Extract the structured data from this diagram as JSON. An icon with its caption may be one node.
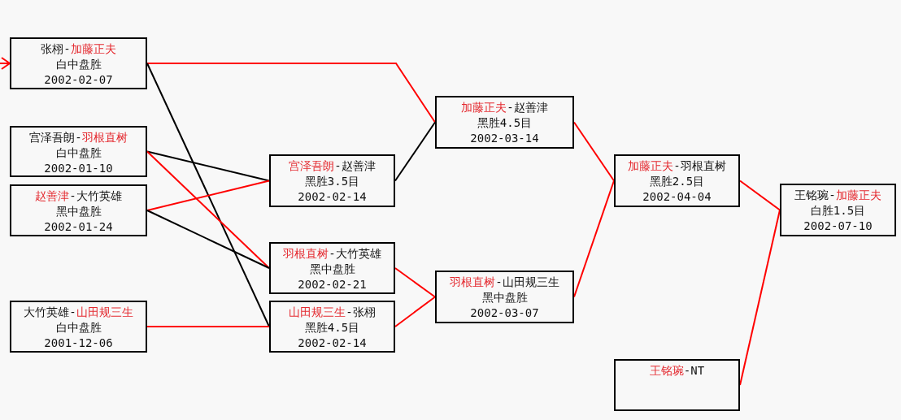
{
  "diagram": {
    "nodes": [
      {
        "text": [
          "张栩-加藤正夫",
          "白中盘胜",
          "2002-02-07"
        ]
      },
      {
        "text": [
          "宫泽吾朗-羽根直树",
          "白中盘胜",
          "2002-01-10"
        ]
      },
      {
        "text": [
          "赵善津-大竹英雄",
          "黑中盘胜",
          "2002-01-24"
        ]
      },
      {
        "text": [
          "大竹英雄-山田规三生",
          "白中盘胜",
          "2001-12-06"
        ]
      },
      {
        "text": [
          "宫泽吾朗-赵善津",
          "黑胜3.5目",
          "2002-02-14"
        ]
      },
      {
        "text": [
          "羽根直树-大竹英雄",
          "黑中盘胜",
          "2002-02-21"
        ]
      },
      {
        "text": [
          "山田规三生-张栩",
          "黑胜4.5目",
          "2002-02-14"
        ]
      },
      {
        "text": [
          "加藤正夫-赵善津",
          "黑胜4.5目",
          "2002-03-14"
        ]
      },
      {
        "text": [
          "羽根直树-山田规三生",
          "黑中盘胜",
          "2002-03-07"
        ]
      },
      {
        "text": [
          "加藤正夫-羽根直树",
          "黑胜2.5目",
          "2002-04-04"
        ]
      },
      {
        "text": [
          "王铭琬-NT"
        ]
      },
      {
        "text": [
          "王铭琬-加藤正夫",
          "白胜1.5目",
          "2002-07-10"
        ]
      }
    ],
    "edges": [
      {
        "from": null,
        "to": 0,
        "arrow": "to"
      },
      {
        "from": 0,
        "to": 7,
        "arrow": "none"
      },
      {
        "from": 0,
        "to": 6,
        "arrow": "none",
        "color": "#000000"
      },
      {
        "from": 1,
        "to": 4,
        "arrow": "none",
        "color": "#000000"
      },
      {
        "from": 1,
        "to": 5,
        "arrow": "none"
      },
      {
        "from": 2,
        "to": 4,
        "arrow": "none"
      },
      {
        "from": 2,
        "to": 5,
        "arrow": "none",
        "color": "#000000"
      },
      {
        "from": 3,
        "to": 6,
        "arrow": "none"
      },
      {
        "from": 4,
        "to": 7,
        "arrow": "none",
        "color": "#000000"
      },
      {
        "from": 5,
        "to": 8,
        "arrow": "none"
      },
      {
        "from": 6,
        "to": 8,
        "arrow": "none"
      },
      {
        "from": 7,
        "to": 9,
        "arrow": "none"
      },
      {
        "from": 8,
        "to": 9,
        "arrow": "none"
      },
      {
        "from": 9,
        "to": 11,
        "arrow": "none"
      },
      {
        "from": 10,
        "to": 11,
        "arrow": "none"
      }
    ]
  }
}
